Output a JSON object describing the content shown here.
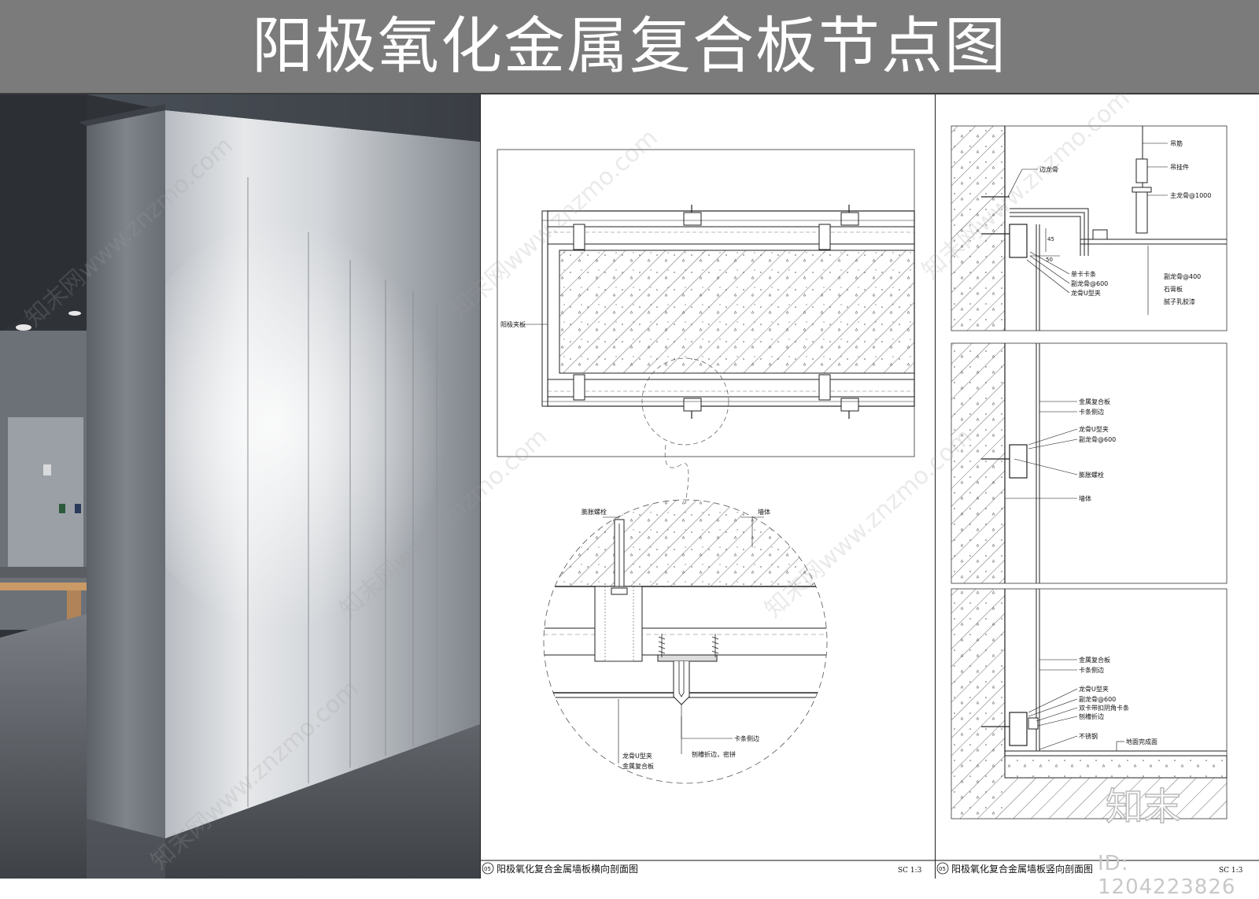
{
  "title": "阳极氧化金属复合板节点图",
  "sheet1": {
    "caption": "阳极氧化复合金属墙板横向剖面图",
    "scale": "SC 1:3",
    "badge": "05",
    "labels": {
      "anodized_plate": "阳极夹板",
      "expansion_bolt": "膨胀螺栓",
      "wall": "墙体",
      "clip_edge": "卡条侧边",
      "groove_fold": "刨槽折边，密拼",
      "keel_clip": "龙骨U型夹",
      "composite_panel": "金属复合板"
    }
  },
  "sheet2": {
    "caption": "阳极氧化复合金属墙板竖向剖面图",
    "scale": "SC 1:3",
    "badge": "05",
    "top_labels": {
      "hanger_bar": "吊筋",
      "hanger": "吊挂件",
      "main_keel": "主龙骨@1000",
      "edge_keel": "边龙骨",
      "single_clip": "单卡卡条",
      "sub_keel": "副龙骨@600",
      "keel_clip": "龙骨U型夹",
      "sub_keel_400": "副龙骨@400",
      "gypsum": "石膏板",
      "putty": "腻子乳胶漆",
      "dim_45": "45",
      "dim_50": "50"
    },
    "mid_labels": {
      "composite_panel": "金属复合板",
      "clip_edge": "卡条侧边",
      "keel_clip": "龙骨U型夹",
      "sub_keel": "副龙骨@600",
      "expansion_bolt": "膨胀螺栓",
      "wall": "墙体"
    },
    "bot_labels": {
      "composite_panel": "金属复合板",
      "clip_edge": "卡条侧边",
      "keel_clip": "龙骨U型夹",
      "sub_keel": "副龙骨@600",
      "double_clip": "双卡带扣阴角卡条",
      "groove_fold": "刨槽折边",
      "stainless": "不锈钢",
      "floor": "地面完成面"
    }
  },
  "watermark": {
    "text": "知末网www.znzmo.com",
    "logo": "知末",
    "id": "ID: 1204223826"
  }
}
